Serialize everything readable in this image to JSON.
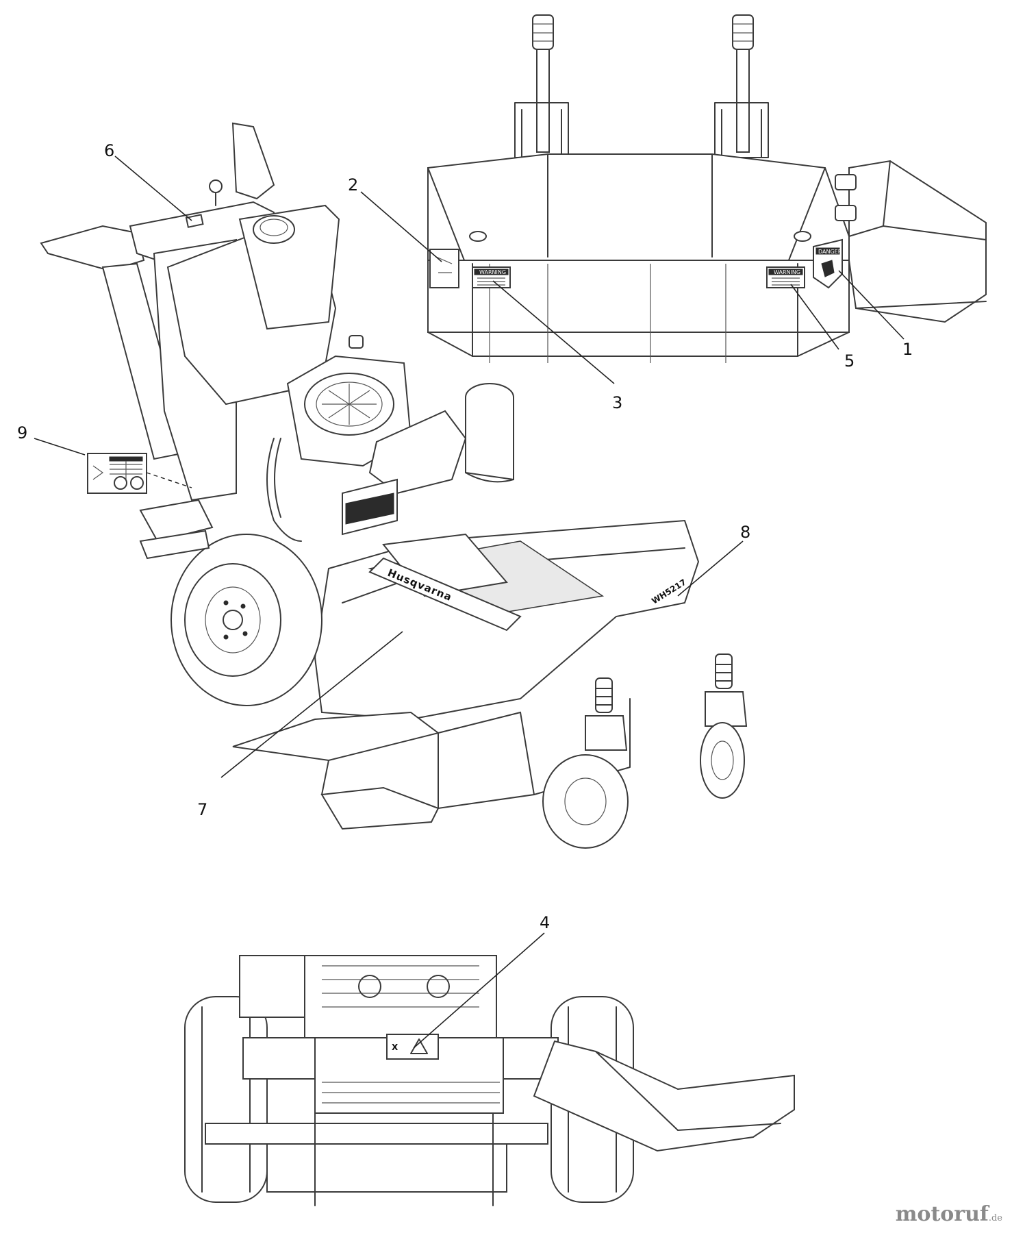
{
  "diagram": {
    "callouts": [
      "1",
      "2",
      "3",
      "4",
      "5",
      "6",
      "7",
      "8",
      "9"
    ],
    "decal_texts": {
      "warning": "WARNING",
      "danger": "DANGER",
      "model": "WH5217",
      "brand": "Husqvarna"
    }
  },
  "watermark": {
    "name": "motoruf",
    "tld": ".de"
  }
}
